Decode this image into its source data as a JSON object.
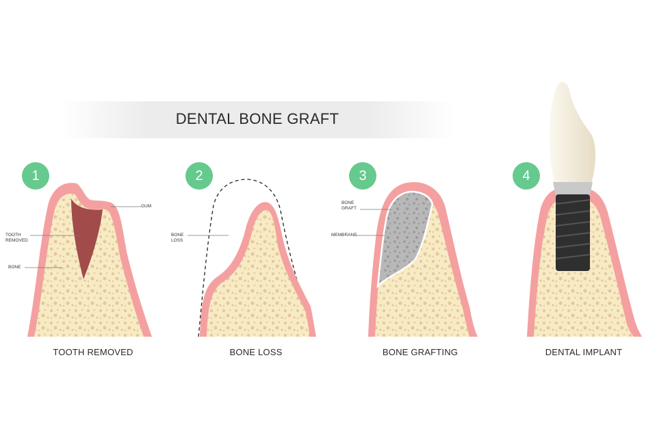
{
  "title": "DENTAL BONE GRAFT",
  "steps": [
    {
      "number": "1",
      "caption": "TOOTH REMOVED",
      "labels": [
        "GUM",
        "TOOTH\nREMOVED",
        "BONE"
      ]
    },
    {
      "number": "2",
      "caption": "BONE LOSS",
      "labels": [
        "BONE\nLOSS"
      ]
    },
    {
      "number": "3",
      "caption": "BONE GRAFTING",
      "labels": [
        "BONE\nGRAFT",
        "MEMBRANE"
      ]
    },
    {
      "number": "4",
      "caption": "DENTAL IMPLANT",
      "labels": []
    }
  ],
  "colors": {
    "gum": "#f4a0a0",
    "bone": "#f8ebc4",
    "bone_dots": "#e2c9a0",
    "socket": "#a24b4b",
    "graft": "#b8b8b8",
    "implant": "#2f2f2f",
    "crown": "#f2ecdc",
    "badge": "#66c98e"
  }
}
